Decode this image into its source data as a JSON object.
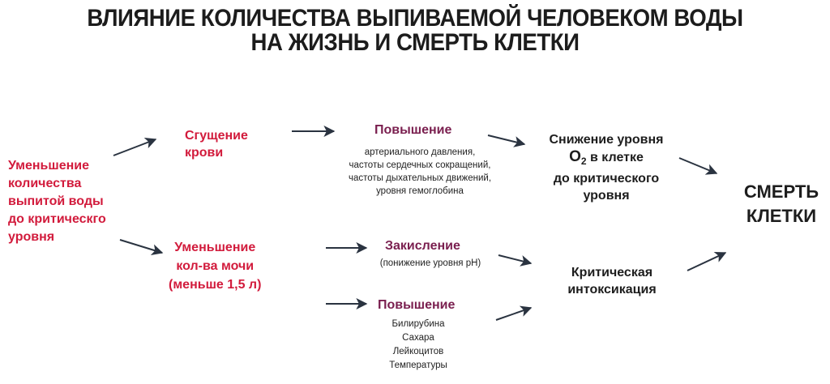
{
  "title": {
    "line1": "ВЛИЯНИЕ КОЛИЧЕСТВА ВЫПИВАЕМОЙ ЧЕЛОВЕКОМ ВОДЫ",
    "line2": "НА ЖИЗНЬ И СМЕРТЬ КЛЕТКИ"
  },
  "nodes": {
    "start": [
      "Уменьшение",
      "количества",
      "выпитой воды",
      "до критическго",
      "уровня"
    ],
    "thickening": [
      "Сгущение",
      "крови"
    ],
    "urine": [
      "Уменьшение",
      "кол-ва мочи",
      "(меньше 1,5 л)"
    ],
    "increase1": {
      "heading": "Повышение",
      "items": [
        "артериального давления,",
        "частоты сердечных сокращений,",
        "частоты дыхательных движений,",
        "уровня гемоглобина"
      ]
    },
    "acidification": {
      "heading": "Закисление",
      "note": "(понижение уровня рН)"
    },
    "increase2": {
      "heading": "Повышение",
      "items": [
        "Билирубина",
        "Сахара",
        "Лейкоцитов",
        "Температуры"
      ]
    },
    "o2": {
      "line1": "Снижение уровня",
      "o_letter": "О",
      "subscript": "2",
      "line2_rest": " в клетке",
      "line3": "до критического",
      "line4": "уровня"
    },
    "intoxication": [
      "Критическая",
      "интоксикация"
    ],
    "death": [
      "СМЕРТЬ",
      "КЛЕТКИ"
    ]
  },
  "colors": {
    "red": "#d21b3c",
    "purple": "#7a1f4f",
    "dark": "#1d1d1d",
    "arrow": "#2a3340"
  }
}
